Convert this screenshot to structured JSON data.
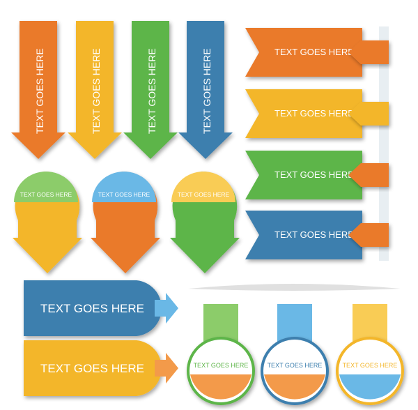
{
  "label_text": "TEXT GOES HERE",
  "colors": {
    "orange": "#ea7a2b",
    "orange_light": "#f39a4a",
    "yellow": "#f3b62a",
    "yellow_light": "#f9cc55",
    "green": "#5db548",
    "green_light": "#8ccc6a",
    "blue": "#3d7fae",
    "blue_light": "#6ab8e6",
    "white": "#ffffff"
  },
  "vertical_arrows": [
    {
      "color": "orange",
      "label": "TEXT GOES HERE"
    },
    {
      "color": "yellow",
      "label": "TEXT GOES HERE"
    },
    {
      "color": "green",
      "label": "TEXT GOES HERE"
    },
    {
      "color": "blue",
      "label": "TEXT GOES HERE"
    }
  ],
  "ribbon_banners": [
    {
      "color": "orange",
      "tab": "orange",
      "label": "TEXT GOES HERE"
    },
    {
      "color": "yellow",
      "tab": "yellow",
      "label": "TEXT GOES HERE"
    },
    {
      "color": "green",
      "tab": "orange",
      "label": "TEXT GOES HERE"
    },
    {
      "color": "blue",
      "tab": "orange",
      "label": "TEXT GOES HERE"
    }
  ],
  "round_arrows": [
    {
      "color": "yellow",
      "cap": "green_light",
      "label": "TEXT GOES HERE"
    },
    {
      "color": "orange",
      "cap": "blue_light",
      "label": "TEXT GOES HERE"
    },
    {
      "color": "green",
      "cap": "yellow_light",
      "label": "TEXT GOES HERE"
    }
  ],
  "horizontal_tags": [
    {
      "color": "blue",
      "arrow": "blue_light",
      "label": "TEXT GOES HERE"
    },
    {
      "color": "yellow",
      "arrow": "orange_light",
      "label": "TEXT GOES HERE"
    }
  ],
  "hanging_circles": [
    {
      "strap": "green_light",
      "fill": "orange_light",
      "ring": "green",
      "label": "TEXT GOES HERE"
    },
    {
      "strap": "blue_light",
      "fill": "orange_light",
      "ring": "blue",
      "label": "TEXT GOES HERE"
    },
    {
      "strap": "yellow_light",
      "fill": "blue_light",
      "ring": "yellow",
      "label": "TEXT GOES HERE"
    }
  ]
}
